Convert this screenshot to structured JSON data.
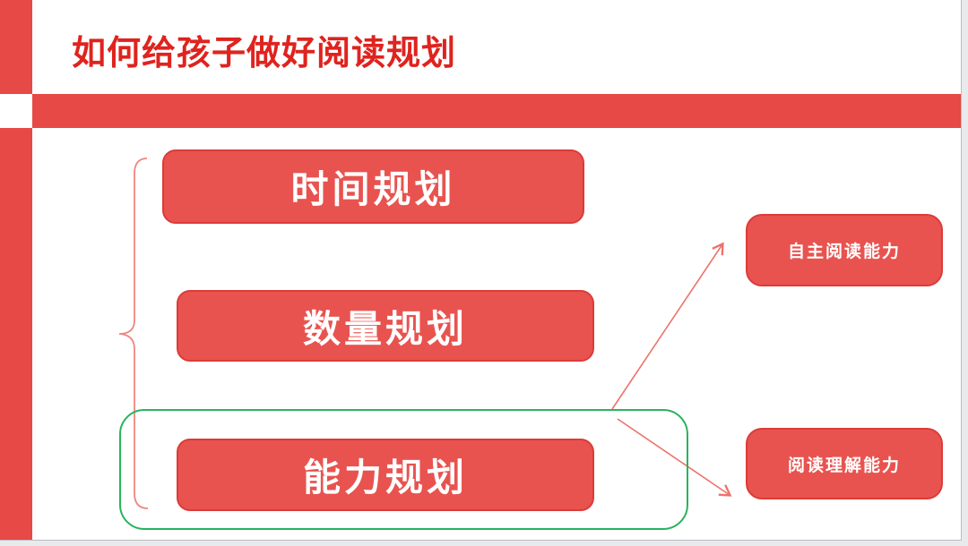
{
  "slide": {
    "title": "如何给孩子做好阅读规划",
    "planning_boxes": [
      {
        "label": "时间规划"
      },
      {
        "label": "数量规划"
      },
      {
        "label": "能力规划"
      }
    ],
    "ability_boxes": [
      {
        "label": "自主阅读能力"
      },
      {
        "label": "阅读理解能力"
      }
    ],
    "colors": {
      "accent_red": "#E64946",
      "title_red": "#DF231E",
      "box_fill": "#E8534F",
      "box_border": "#DC3B38",
      "connector_salmon": "#EC736C",
      "brace_salmon": "#EE8680",
      "highlight_green": "#29B35E",
      "page_edge_gray": "#B9BCC0",
      "canvas_background": "#E9EAEC"
    }
  }
}
